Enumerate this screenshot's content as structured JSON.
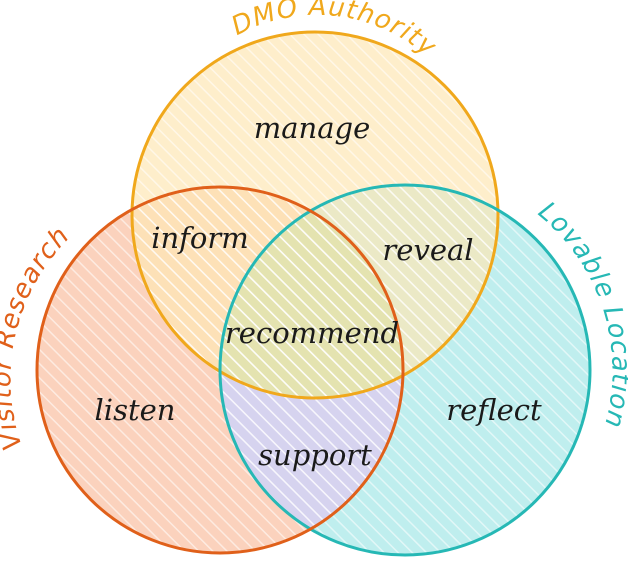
{
  "circles": {
    "dmo": {
      "title": "DMO Authority",
      "color": "#f0a81c",
      "fill": "#fde7b5"
    },
    "visitor": {
      "title": "Visitor Research",
      "color": "#e0601a",
      "fill": "#fbd2bd"
    },
    "location": {
      "title": "Lovable Location",
      "color": "#26b8b5",
      "fill": "#bfeeee"
    }
  },
  "regions": {
    "manage": "manage",
    "inform": "inform",
    "reveal": "reveal",
    "recommend": "recommend",
    "listen": "listen",
    "support": "support",
    "reflect": "reflect"
  },
  "overlap_colors": {
    "center": "#e4e3b0",
    "bottom": "#d6d3ef"
  }
}
